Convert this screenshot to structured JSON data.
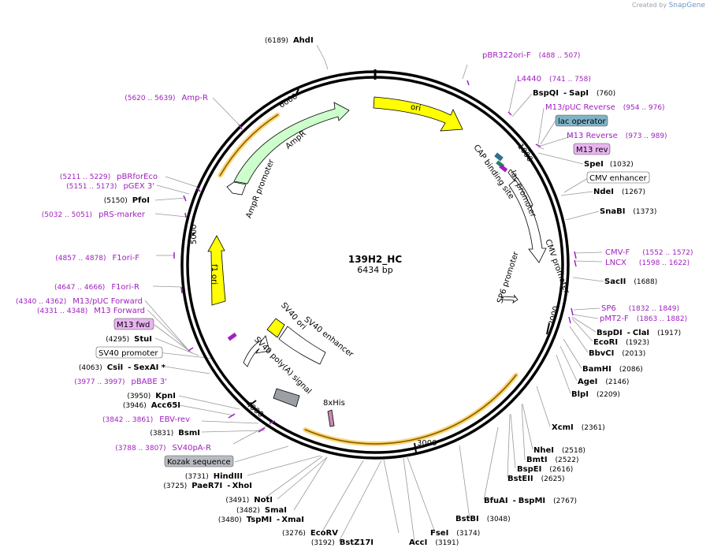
{
  "credit": {
    "prefix": "Created by",
    "brand": "SnapGene"
  },
  "plasmid": {
    "name": "139H2_HC",
    "size": "6434 bp"
  },
  "tick_labels": [
    "1000",
    "2000",
    "3000",
    "4000",
    "5000",
    "6000"
  ],
  "colors": {
    "backbone": "#000000",
    "orange_band": "#f5b400",
    "yellow_feature": "#ffff00",
    "green_feature": "#ccffcc",
    "primer": "#a020c0",
    "sites_line": "#888888",
    "lac_operator_fill": "#7fb3c8",
    "misc_box": "#b8bcc2",
    "primer_box": "#e8b4f0"
  },
  "features": {
    "ori": "ori",
    "ampr": "AmpR",
    "ampr_promoter": "AmpR promoter",
    "f1ori": "f1 ori",
    "sv40ori": "SV40 ori",
    "sv40enh": "SV40 enhancer",
    "sv40polya": "SV40 poly(A) signal",
    "his": "8xHis",
    "cap": "CAP binding site",
    "lacprom": "lac promoter",
    "cmvprom": "CMV promoter",
    "sp6prom": "SP6 promoter"
  },
  "primers": {
    "pbr322": {
      "name": "pBR322ori-F",
      "pos": "(488 .. 507)"
    },
    "l4440": {
      "name": "L4440",
      "pos": "(741 .. 758)"
    },
    "m13puc_rev": {
      "name": "M13/pUC Reverse",
      "pos": "(954 .. 976)"
    },
    "m13_rev": {
      "name": "M13 Reverse",
      "pos": "(973 .. 989)"
    },
    "cmvf": {
      "name": "CMV-F",
      "pos": "(1552 .. 1572)"
    },
    "lncx": {
      "name": "LNCX",
      "pos": "(1598 .. 1622)"
    },
    "sp6": {
      "name": "SP6",
      "pos": "(1832 .. 1849)"
    },
    "pmt2f": {
      "name": "pMT2-F",
      "pos": "(1863 .. 1882)"
    },
    "sv40pa": {
      "name": "SV40pA-R",
      "pos": "(3788 .. 3807)"
    },
    "ebv": {
      "name": "EBV-rev",
      "pos": "(3842 .. 3861)"
    },
    "pbabe": {
      "name": "pBABE 3'",
      "pos": "(3977 .. 3997)"
    },
    "m13fwd": {
      "name": "M13 Forward",
      "pos": "(4331 .. 4348)"
    },
    "m13pucfwd": {
      "name": "M13/pUC Forward",
      "pos": "(4340 .. 4362)"
    },
    "f1orir": {
      "name": "F1ori-R",
      "pos": "(4647 .. 4666)"
    },
    "f1orif": {
      "name": "F1ori-F",
      "pos": "(4857 .. 4878)"
    },
    "prs": {
      "name": "pRS-marker",
      "pos": "(5032 .. 5051)"
    },
    "pgex": {
      "name": "pGEX 3'",
      "pos": "(5151 .. 5173)"
    },
    "pbrfor": {
      "name": "pBRforEco",
      "pos": "(5211 .. 5229)"
    },
    "ampr": {
      "name": "Amp-R",
      "pos": "(5620 .. 5639)"
    }
  },
  "boxes": {
    "lac_operator": "lac operator",
    "m13rev": "M13 rev",
    "cmv_enhancer": "CMV enhancer",
    "m13fwd": "M13 fwd",
    "sv40prom": "SV40 promoter",
    "kozak": "Kozak sequence"
  },
  "sites": {
    "ahdi": {
      "name": "AhdI",
      "pos": "(6189)"
    },
    "bspqi": {
      "name": "BspQI",
      "sep": "-",
      "name2": "SapI",
      "pos": "(760)"
    },
    "spei": {
      "name": "SpeI",
      "pos": "(1032)"
    },
    "ndei": {
      "name": "NdeI",
      "pos": "(1267)"
    },
    "snabi": {
      "name": "SnaBI",
      "pos": "(1373)"
    },
    "sacii": {
      "name": "SacII",
      "pos": "(1688)"
    },
    "bspdi": {
      "name": "BspDI",
      "sep": "-",
      "name2": "ClaI",
      "pos": "(1917)"
    },
    "ecori": {
      "name": "EcoRI",
      "pos": "(1923)"
    },
    "bbvci": {
      "name": "BbvCI",
      "pos": "(2013)"
    },
    "bamhi": {
      "name": "BamHI",
      "pos": "(2086)"
    },
    "agei": {
      "name": "AgeI",
      "pos": "(2146)"
    },
    "blpi": {
      "name": "BlpI",
      "pos": "(2209)"
    },
    "xcmi": {
      "name": "XcmI",
      "pos": "(2361)"
    },
    "nhei": {
      "name": "NheI",
      "pos": "(2518)"
    },
    "bmti": {
      "name": "BmtI",
      "pos": "(2522)"
    },
    "bspei": {
      "name": "BspEI",
      "pos": "(2616)"
    },
    "bsteii": {
      "name": "BstEII",
      "pos": "(2625)"
    },
    "bfuai": {
      "name": "BfuAI",
      "sep": "-",
      "name2": "BspMI",
      "pos": "(2767)"
    },
    "bstbi": {
      "name": "BstBI",
      "pos": "(3048)"
    },
    "fsei": {
      "name": "FseI",
      "pos": "(3174)"
    },
    "acci": {
      "name": "AccI",
      "pos": "(3191)"
    },
    "ecorv": {
      "name": "EcoRV",
      "pos": "(3276)"
    },
    "bstz17i": {
      "name": "BstZ17I",
      "pos": "(3192)"
    },
    "smai": {
      "name": "SmaI",
      "pos": "(3482)"
    },
    "noti": {
      "name": "NotI",
      "pos": "(3491)"
    },
    "tspmi": {
      "name": "TspMI",
      "sep": "-",
      "name2": "XmaI",
      "pos": "(3480)"
    },
    "hindiii": {
      "name": "HindIII",
      "pos": "(3731)"
    },
    "paer7i": {
      "name": "PaeR7I",
      "sep": "-",
      "name2": "XhoI",
      "pos": "(3725)"
    },
    "bsmi": {
      "name": "BsmI",
      "pos": "(3831)"
    },
    "kpni": {
      "name": "KpnI",
      "pos": "(3950)"
    },
    "acc65i": {
      "name": "Acc65I",
      "pos": "(3946)"
    },
    "csii": {
      "name": "CsiI",
      "sep": "-",
      "name2": "SexAI *",
      "pos": "(4063)"
    },
    "stui": {
      "name": "StuI",
      "pos": "(4295)"
    },
    "pfoi": {
      "name": "PfoI",
      "pos": "(5150)"
    }
  }
}
